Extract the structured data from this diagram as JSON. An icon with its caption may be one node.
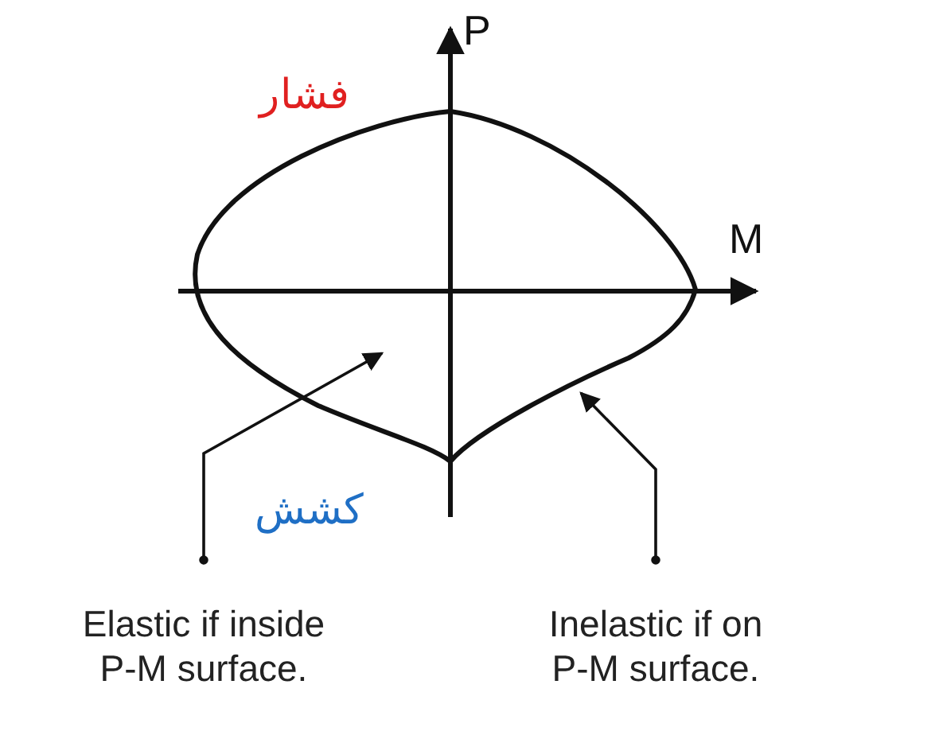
{
  "diagram": {
    "nodes": [
      {
        "text": [
          "Elastic if inside P-M surface."
        ]
      },
      {
        "text": [
          "Inelastic if on P-M surface."
        ]
      },
      {
        "text": [],
        "shape": "curve"
      }
    ],
    "edges": [
      {
        "from": 0,
        "to": 2,
        "arrow": "to"
      },
      {
        "from": 1,
        "to": 2,
        "arrow": "to"
      }
    ],
    "labels": [
      "P",
      "فشار",
      "M",
      "کشش"
    ]
  }
}
